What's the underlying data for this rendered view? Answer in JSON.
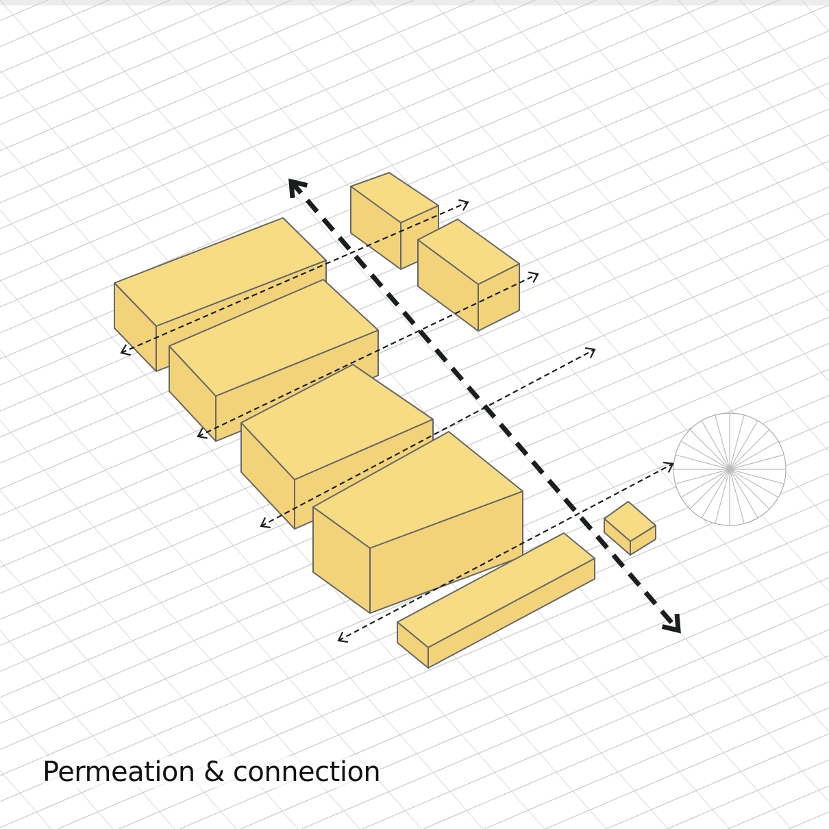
{
  "caption": "Permeation & connection",
  "colors": {
    "block_top": "#f7dc84",
    "block_side": "#f3d37a",
    "block_stroke": "#666666",
    "context_lines": "#c9c9c9",
    "arrow": "#1a1f1c"
  },
  "legend_icons": [
    "main-route-arrow",
    "secondary-route-arrow"
  ]
}
